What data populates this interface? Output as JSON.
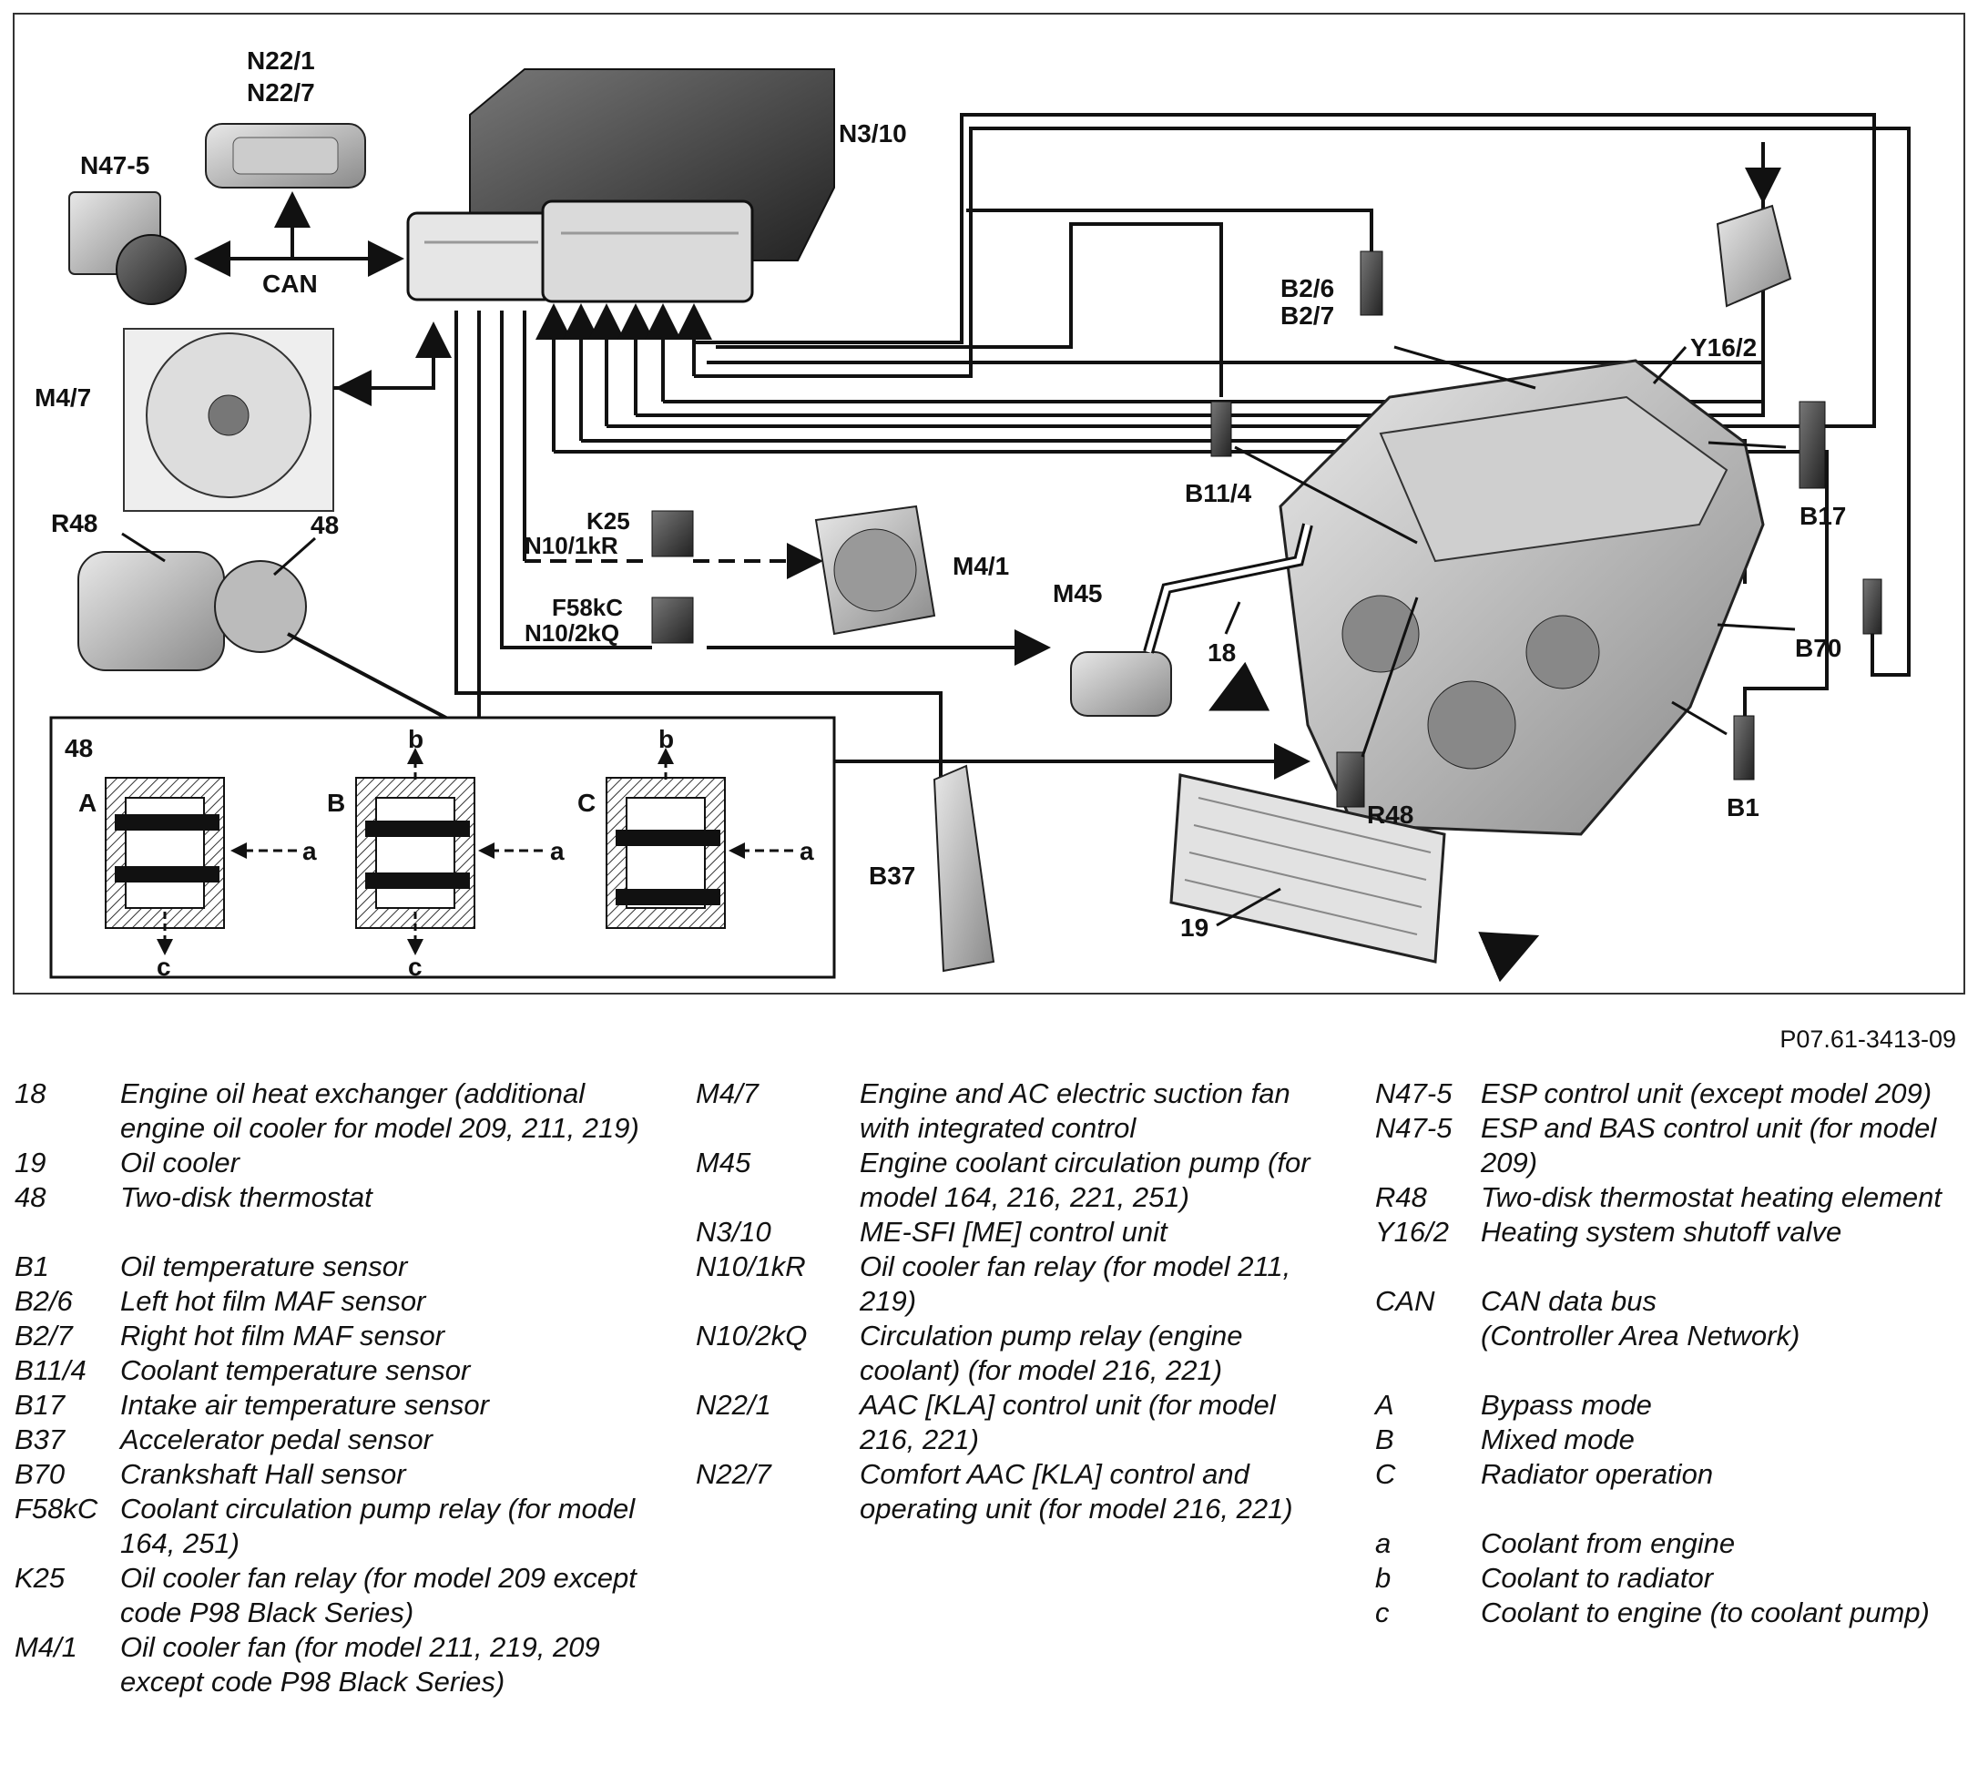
{
  "diagram": {
    "labels": {
      "n22": "N22/1",
      "n22b": "N22/7",
      "n47": "N47-5",
      "can": "CAN",
      "n3": "N3/10",
      "m47": "M4/7",
      "r48": "R48",
      "t48": "48",
      "k25": "K25",
      "n10k": "N10/1kR",
      "f58": "F58kC",
      "n10q": "N10/2kQ",
      "m41": "M4/1",
      "m45": "M45",
      "b26": "B2/6",
      "b27": "B2/7",
      "y16": "Y16/2",
      "b114": "B11/4",
      "b17": "B17",
      "b70": "B70",
      "r48b": "R48",
      "b1": "B1",
      "l18": "18",
      "l19": "19",
      "b37": "B37"
    },
    "inset": {
      "title": "48",
      "A": "A",
      "B": "B",
      "C": "C",
      "a": "a",
      "b": "b",
      "c": "c"
    }
  },
  "image_code": "P07.61-3413-09",
  "legend": {
    "col1": [
      {
        "code": "18",
        "desc": "Engine oil heat exchanger (additional engine oil cooler for model 209, 211, 219)"
      },
      {
        "code": "19",
        "desc": "Oil cooler"
      },
      {
        "code": "48",
        "desc": "Two-disk thermostat"
      },
      {
        "code": "B1",
        "desc": "Oil temperature sensor"
      },
      {
        "code": "B2/6",
        "desc": "Left hot film MAF sensor"
      },
      {
        "code": "B2/7",
        "desc": "Right hot film MAF sensor"
      },
      {
        "code": "B11/4",
        "desc": "Coolant temperature sensor"
      },
      {
        "code": "B17",
        "desc": "Intake air temperature sensor"
      },
      {
        "code": "B37",
        "desc": "Accelerator pedal sensor"
      },
      {
        "code": "B70",
        "desc": "Crankshaft Hall sensor"
      },
      {
        "code": "F58kC",
        "desc": "Coolant circulation pump relay (for model 164, 251)"
      },
      {
        "code": "K25",
        "desc": "Oil cooler fan relay     (for model 209 except code P98 Black Series)"
      },
      {
        "code": "M4/1",
        "desc": "Oil cooler fan (for model 211, 219, 209 except code P98 Black Series)"
      }
    ],
    "col2": [
      {
        "code": "M4/7",
        "desc": "Engine and AC electric suction fan with integrated control"
      },
      {
        "code": "M45",
        "desc": "Engine coolant circulation pump (for model 164, 216, 221, 251)"
      },
      {
        "code": "N3/10",
        "desc": "ME-SFI [ME] control unit"
      },
      {
        "code": "N10/1kR",
        "desc": "Oil cooler fan relay (for model 211, 219)"
      },
      {
        "code": "N10/2kQ",
        "desc": "Circulation pump relay (engine coolant) (for model 216, 221)"
      },
      {
        "code": "N22/1",
        "desc": "AAC [KLA] control unit (for model 216, 221)"
      },
      {
        "code": "N22/7",
        "desc": "Comfort AAC [KLA] control and operating unit (for model 216, 221)"
      }
    ],
    "col3": [
      {
        "code": "N47-5",
        "desc": "ESP control unit (except model 209)"
      },
      {
        "code": "N47-5",
        "desc": "ESP and BAS control unit (for model 209)"
      },
      {
        "code": "R48",
        "desc": "Two-disk thermostat heating element"
      },
      {
        "code": "Y16/2",
        "desc": "Heating system shutoff valve"
      },
      {
        "code": "CAN",
        "desc": "CAN data bus"
      },
      {
        "code": "",
        "desc": "(Controller  Area  Network)"
      },
      {
        "code": "A",
        "desc": "Bypass mode"
      },
      {
        "code": "B",
        "desc": "Mixed mode"
      },
      {
        "code": "C",
        "desc": "Radiator operation"
      },
      {
        "code": "a",
        "desc": "Coolant from engine"
      },
      {
        "code": "b",
        "desc": "Coolant to radiator"
      },
      {
        "code": "c",
        "desc": "Coolant to engine (to coolant pump)"
      }
    ]
  }
}
